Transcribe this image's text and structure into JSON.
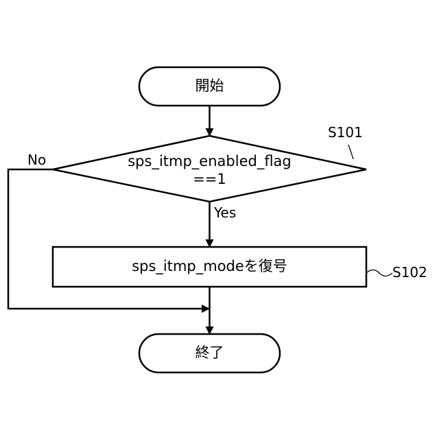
{
  "flowchart": {
    "start": "開始",
    "decision": {
      "line1": "sps_itmp_enabled_flag",
      "line2": "==1",
      "step_id": "S101",
      "no_label": "No",
      "yes_label": "Yes"
    },
    "process": {
      "text": "sps_itmp_modeを復号",
      "step_id": "S102"
    },
    "end": "終了"
  }
}
